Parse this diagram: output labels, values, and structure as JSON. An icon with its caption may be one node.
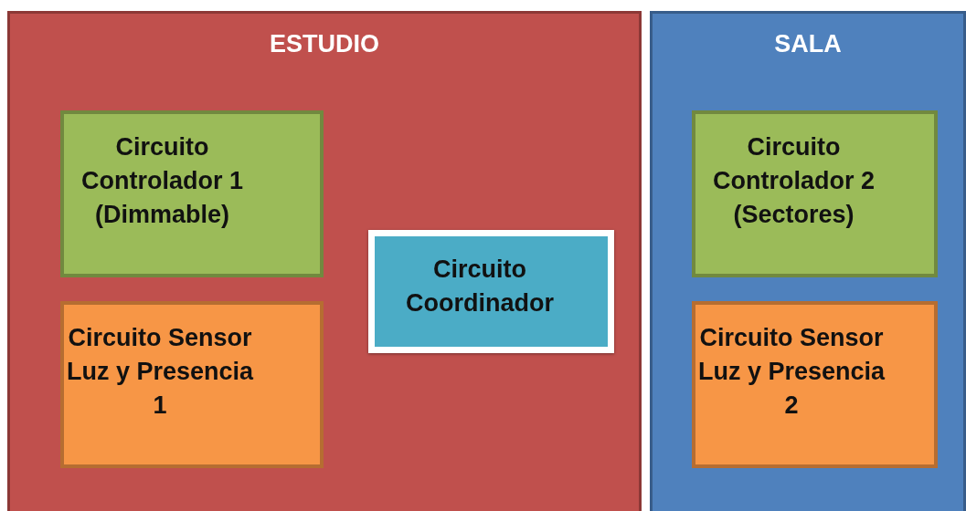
{
  "diagram": {
    "nodes": [
      {
        "text": [
          "ESTUDIO"
        ]
      },
      {
        "text": [
          "Circuito Controlador 1 (Dimmable)"
        ],
        "in": 0
      },
      {
        "text": [
          "Circuito Sensor Luz y Presencia 1"
        ],
        "in": 0
      },
      {
        "text": [
          "Circuito Coordinador"
        ],
        "in": 0
      },
      {
        "text": [
          "SALA"
        ]
      },
      {
        "text": [
          "Circuito Controlador 2 (Sectores)"
        ],
        "in": 4
      },
      {
        "text": [
          "Circuito Sensor Luz y Presencia 2"
        ],
        "in": 4
      }
    ]
  }
}
